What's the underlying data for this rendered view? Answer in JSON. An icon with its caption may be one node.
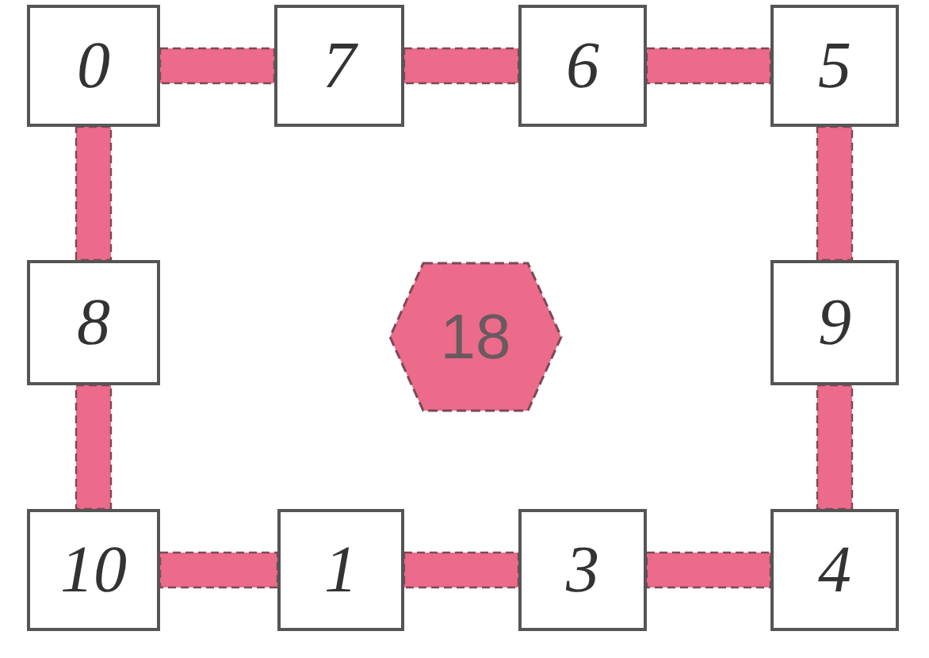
{
  "diagram": {
    "nodes": [
      {
        "text": [
          "0"
        ]
      },
      {
        "text": [
          "7"
        ]
      },
      {
        "text": [
          "6"
        ]
      },
      {
        "text": [
          "5"
        ]
      },
      {
        "text": [
          "8"
        ]
      },
      {
        "text": [
          "18"
        ]
      },
      {
        "text": [
          "9"
        ]
      },
      {
        "text": [
          "10"
        ]
      },
      {
        "text": [
          "1"
        ]
      },
      {
        "text": [
          "3"
        ]
      },
      {
        "text": [
          "4"
        ]
      }
    ],
    "edges": [
      {
        "from": 0,
        "to": 1,
        "arrow": "none",
        "style": "thick"
      },
      {
        "from": 1,
        "to": 2,
        "arrow": "none",
        "style": "thick"
      },
      {
        "from": 2,
        "to": 3,
        "arrow": "none",
        "style": "thick"
      },
      {
        "from": 0,
        "to": 4,
        "arrow": "none",
        "style": "thick"
      },
      {
        "from": 3,
        "to": 6,
        "arrow": "none",
        "style": "thick"
      },
      {
        "from": 4,
        "to": 7,
        "arrow": "none",
        "style": "thick"
      },
      {
        "from": 6,
        "to": 10,
        "arrow": "none",
        "style": "thick"
      },
      {
        "from": 7,
        "to": 8,
        "arrow": "none",
        "style": "thick"
      },
      {
        "from": 8,
        "to": 9,
        "arrow": "none",
        "style": "thick"
      },
      {
        "from": 9,
        "to": 10,
        "arrow": "none",
        "style": "thick"
      }
    ]
  }
}
